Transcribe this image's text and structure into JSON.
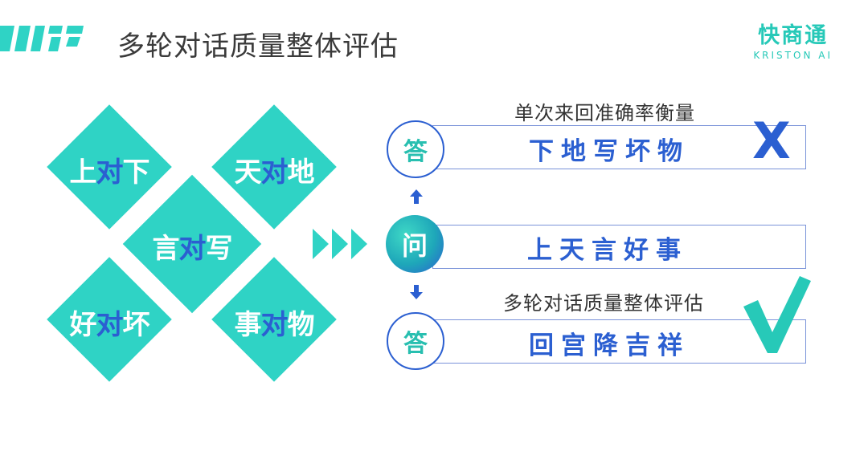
{
  "header": {
    "title": "多轮对话质量整体评估",
    "brand_cn": "快商通",
    "brand_en": "KRISTON AI",
    "logo_icon": "stripes-logo-icon"
  },
  "diamonds": {
    "top_left": {
      "a": "上",
      "mid": "对",
      "b": "下"
    },
    "top_right": {
      "a": "天",
      "mid": "对",
      "b": "地"
    },
    "center": {
      "a": "言",
      "mid": "对",
      "b": "写"
    },
    "bottom_left": {
      "a": "好",
      "mid": "对",
      "b": "坏"
    },
    "bottom_right": {
      "a": "事",
      "mid": "对",
      "b": "物"
    }
  },
  "flow": {
    "answer1": {
      "circle": "答",
      "subtitle": "单次来回准确率衡量",
      "text": "下地写坏物",
      "verdict": "X"
    },
    "question": {
      "circle": "问",
      "text": "上天言好事"
    },
    "answer2": {
      "circle": "答",
      "subtitle": "多轮对话质量整体评估",
      "text": "回宫降吉祥",
      "verdict": "√"
    }
  },
  "colors": {
    "teal": "#2fd3c5",
    "blue": "#2b5fd1",
    "title": "#3a3a3a"
  }
}
